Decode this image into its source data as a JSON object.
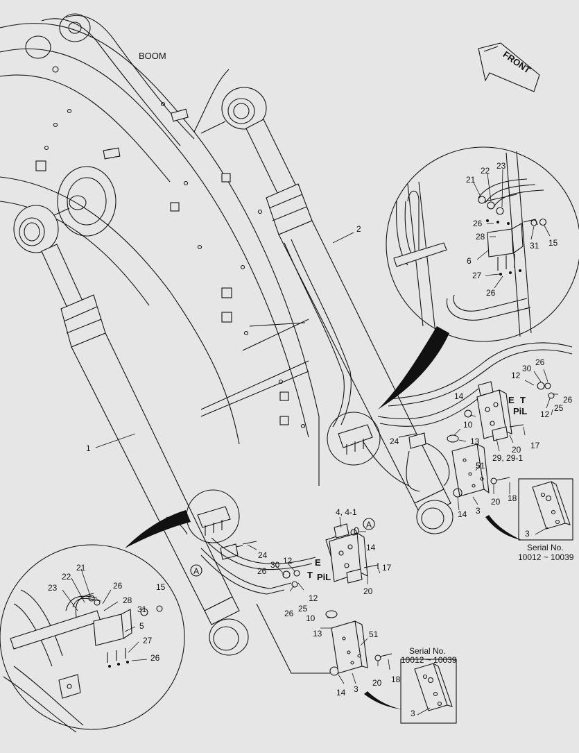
{
  "labels": {
    "boom": "BOOM",
    "front": "FRONT",
    "serial_title": "Serial No.",
    "serial_range": "10012 ~ 10039",
    "port_e": "E",
    "port_t": "T",
    "port_pil": "PiL",
    "section": "A"
  },
  "callouts": {
    "n1": "1",
    "n2": "2",
    "n3": "3",
    "n4": "4, 4-1",
    "n5": "5",
    "n6": "6",
    "n10": "10",
    "n12": "12",
    "n13": "13",
    "n14": "14",
    "n15": "15",
    "n17": "17",
    "n18": "18",
    "n20": "20",
    "n21": "21",
    "n22": "22",
    "n23": "23",
    "n24": "24",
    "n25": "25",
    "n26": "26",
    "n27": "27",
    "n28": "28",
    "n29": "29, 29-1",
    "n30": "30",
    "n31": "31",
    "n51": "51"
  }
}
